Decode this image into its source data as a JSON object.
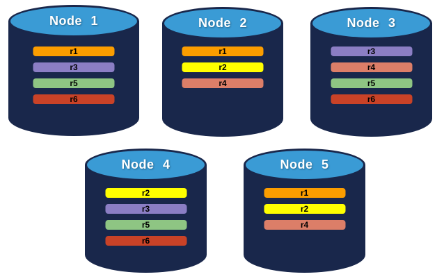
{
  "colors": {
    "canvas_bg": "#FFFFFF",
    "cylinder_body": "#19274B",
    "cylinder_top": "#3A9BD5",
    "title_text": "#FFFFFF",
    "bar_text": "#000000"
  },
  "replica_colors": {
    "r1": "#FB9D00",
    "r2": "#FFFF00",
    "r3": "#8B7EC4",
    "r4": "#DC7E68",
    "r5": "#8EC583",
    "r6": "#C94227"
  },
  "nodes": [
    {
      "title": "Node 1",
      "replicas": [
        "r1",
        "r3",
        "r5",
        "r6"
      ]
    },
    {
      "title": "Node 2",
      "replicas": [
        "r1",
        "r2",
        "r4"
      ]
    },
    {
      "title": "Node 3",
      "replicas": [
        "r3",
        "r4",
        "r5",
        "r6"
      ]
    },
    {
      "title": "Node 4",
      "replicas": [
        "r2",
        "r3",
        "r5",
        "r6"
      ]
    },
    {
      "title": "Node 5",
      "replicas": [
        "r1",
        "r2",
        "r4"
      ]
    }
  ]
}
